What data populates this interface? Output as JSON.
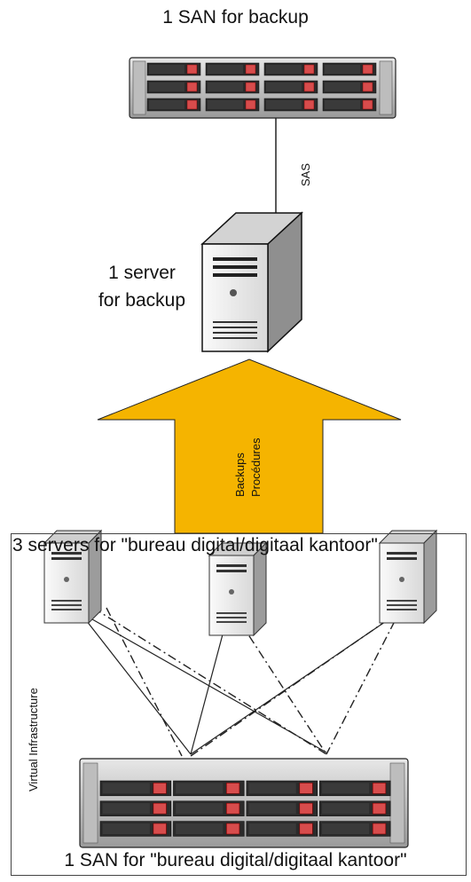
{
  "top_san": {
    "title": "1 SAN for backup"
  },
  "link": {
    "label": "SAS"
  },
  "backup_server": {
    "line1": "1 server",
    "line2": "for backup"
  },
  "arrow": {
    "line1": "Backups",
    "line2": "Procédures",
    "color": "#f5b400"
  },
  "virtual": {
    "title": "3 servers for \"bureau digital/digitaal kantoor\"",
    "side_label": "Virtual Infrastructure"
  },
  "bottom_san": {
    "title": "1 SAN for \"bureau digital/digitaal kantoor\""
  }
}
